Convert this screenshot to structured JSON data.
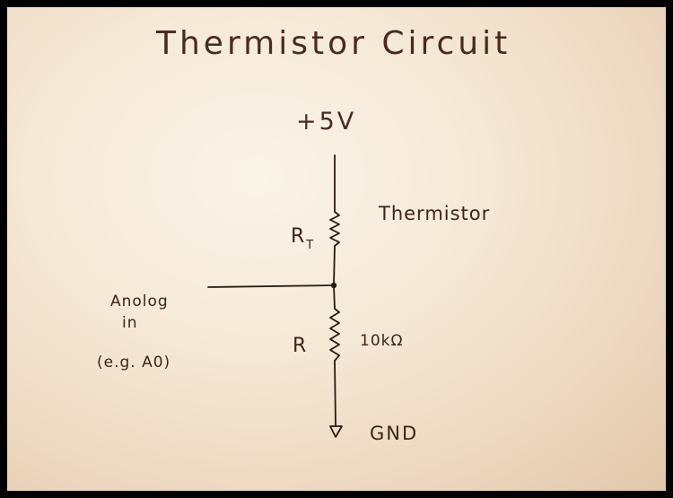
{
  "diagram": {
    "title": "Thermistor Circuit",
    "supply_label": "+5V",
    "thermistor_label": "Thermistor",
    "rt_symbol": "R",
    "rt_subscript": "T",
    "analog_line1": "Anolog",
    "analog_line2": "in",
    "analog_line3": "(e.g. A0)",
    "r_symbol": "R",
    "r_value": "10kΩ",
    "gnd_label": "GND"
  },
  "colors": {
    "ink": "#3d2418",
    "paper": "#f5e8d6",
    "frame": "#000000"
  }
}
